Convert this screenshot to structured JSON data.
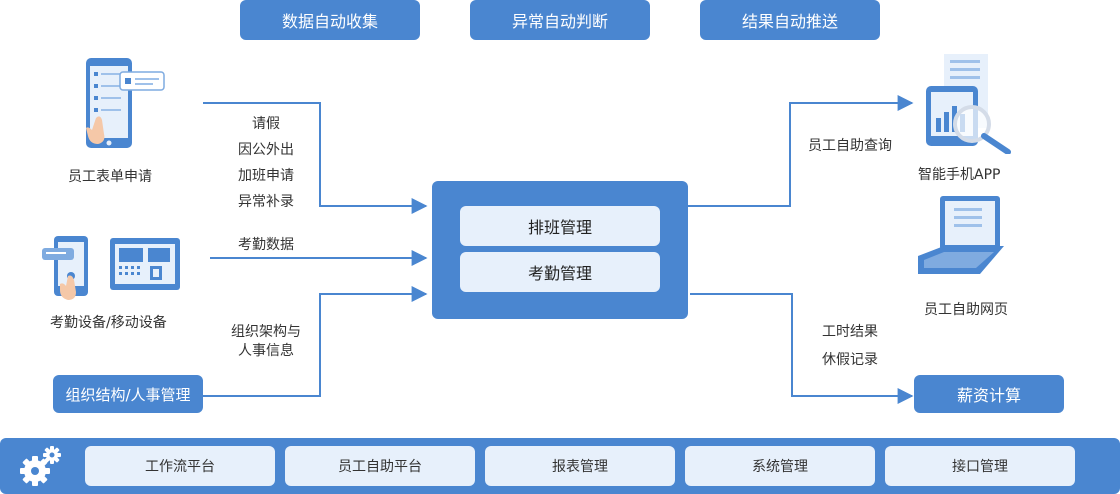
{
  "top_stages": [
    "数据自动收集",
    "异常自动判断",
    "结果自动推送"
  ],
  "inputs": {
    "employee_form": {
      "caption": "员工表单申请",
      "items": [
        "请假",
        "因公外出",
        "加班申请",
        "异常补录"
      ]
    },
    "attendance_devices": {
      "caption": "考勤设备/移动设备",
      "item": "考勤数据"
    },
    "org": {
      "button": "组织结构/人事管理",
      "label_line1": "组织架构与",
      "label_line2": "人事信息"
    }
  },
  "core": {
    "modules": [
      "排班管理",
      "考勤管理"
    ]
  },
  "outputs": {
    "self_query": "员工自助查询",
    "mobile_app": "智能手机APP",
    "web_portal": "员工自助网页",
    "results_line1": "工时结果",
    "results_line2": "休假记录",
    "payroll": "薪资计算"
  },
  "platform_bar": {
    "modules": [
      "工作流平台",
      "员工自助平台",
      "报表管理",
      "系统管理",
      "接口管理"
    ]
  },
  "colors": {
    "primary": "#4a86d0",
    "light": "#e7f0fb",
    "arrow": "#4a86d0"
  }
}
